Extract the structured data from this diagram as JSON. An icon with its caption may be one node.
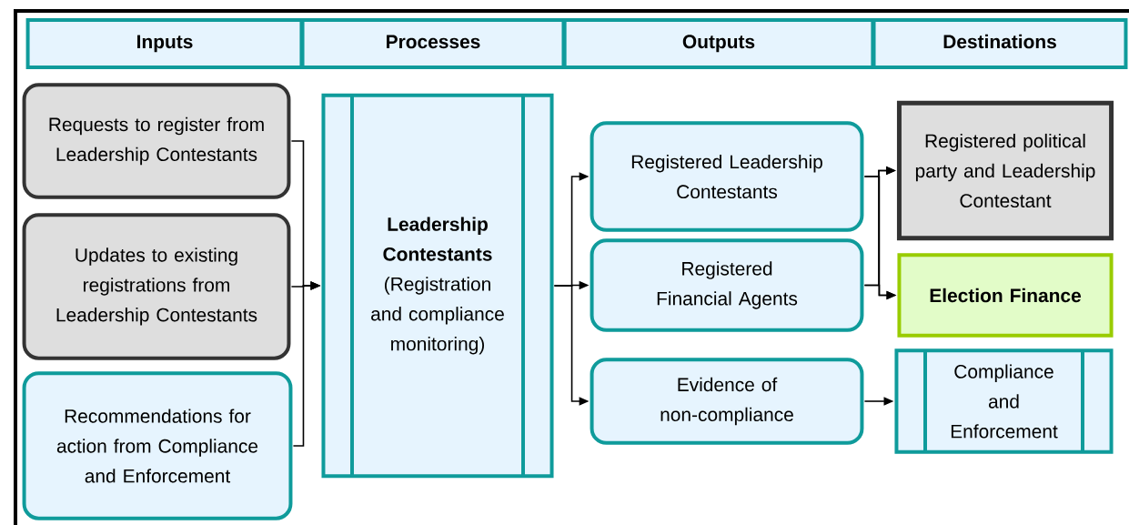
{
  "diagram": {
    "nodes": [
      {
        "text": [
          "Inputs"
        ]
      },
      {
        "text": [
          "Processes"
        ]
      },
      {
        "text": [
          "Outputs"
        ]
      },
      {
        "text": [
          "Destinations"
        ]
      },
      {
        "text": [
          "Requests to register from Leadership Contestants"
        ]
      },
      {
        "text": [
          "Updates to existing registrations from Leadership Contestants"
        ]
      },
      {
        "text": [
          "Recommendations for action from Compliance and Enforcement"
        ]
      },
      {
        "text": [
          "Leadership Contestants",
          "(Registration and compliance monitoring)"
        ]
      },
      {
        "text": [
          "Registered Leadership Contestants"
        ]
      },
      {
        "text": [
          "Registered Financial Agents"
        ]
      },
      {
        "text": [
          "Evidence of non-compliance"
        ]
      },
      {
        "text": [
          "Registered political party and Leadership Contestant"
        ]
      },
      {
        "text": [
          "Election Finance"
        ]
      },
      {
        "text": [
          "Compliance and Enforcement"
        ]
      }
    ],
    "edges": [
      {
        "from": 4,
        "to": 7,
        "arrow": "to"
      },
      {
        "from": 5,
        "to": 7,
        "arrow": "to"
      },
      {
        "from": 6,
        "to": 7,
        "arrow": "to"
      },
      {
        "from": 7,
        "to": 8,
        "arrow": "to"
      },
      {
        "from": 7,
        "to": 9,
        "arrow": "to"
      },
      {
        "from": 7,
        "to": 10,
        "arrow": "to"
      },
      {
        "from": 8,
        "to": 11,
        "arrow": "to"
      },
      {
        "from": 8,
        "to": 12,
        "arrow": "to"
      },
      {
        "from": 9,
        "to": 11,
        "arrow": "to"
      },
      {
        "from": 9,
        "to": 12,
        "arrow": "to"
      },
      {
        "from": 10,
        "to": 13,
        "arrow": "to"
      }
    ]
  }
}
